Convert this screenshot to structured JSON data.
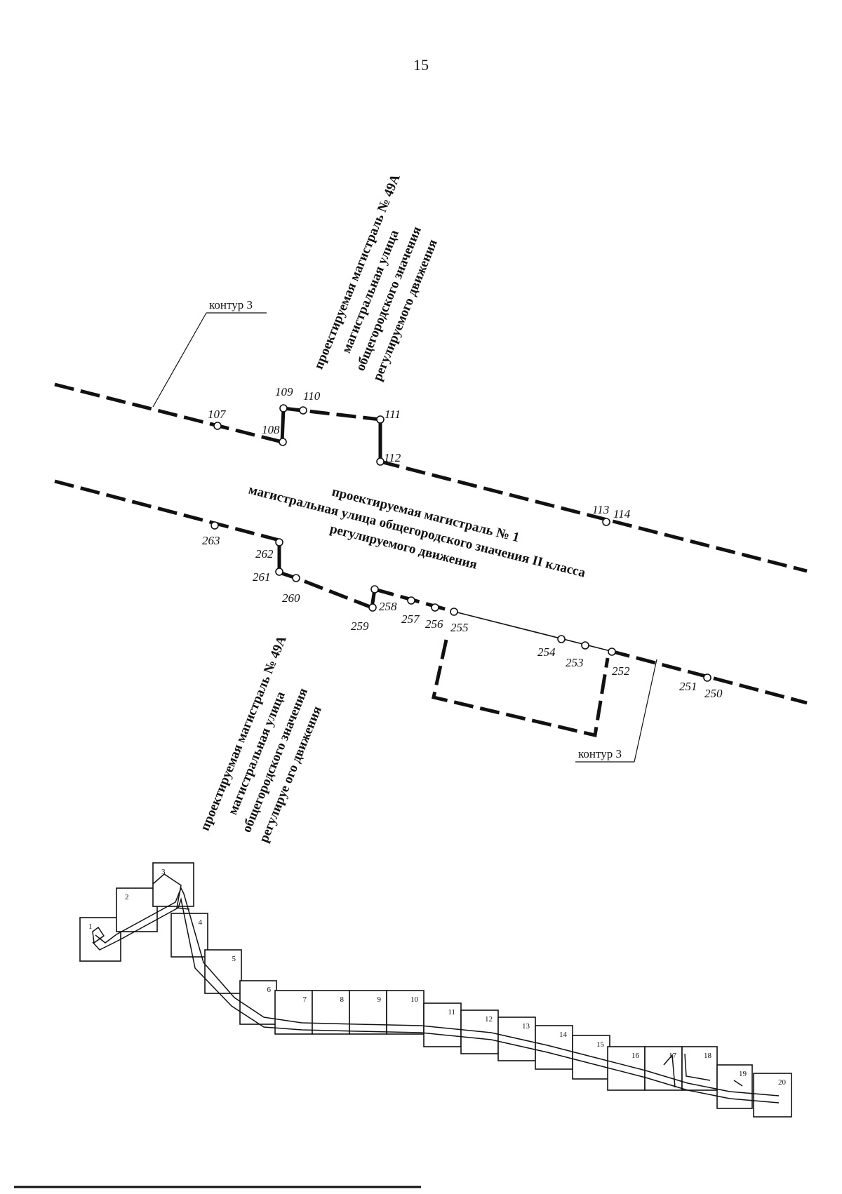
{
  "page_number": "15",
  "contour_labels": [
    "контур 3",
    "контур 3"
  ],
  "road_49a_top": [
    "проектируемая магистраль № 49А",
    "магистральная улица",
    "общегородского значения",
    "регулируемого движения"
  ],
  "road_1": [
    "проектируемая магистраль № 1",
    "магистральная улица общегородского значения II класса",
    "регулируемого движения"
  ],
  "road_49a_bottom": [
    "проектируемая магистраль № 49А",
    "магистральная улица",
    "общегородского значения",
    "регулируе  ого движения"
  ],
  "points_upper": [
    "107",
    "108",
    "109",
    "110",
    "111",
    "112",
    "113",
    "114"
  ],
  "points_lower": [
    "263",
    "262",
    "261",
    "260",
    "259",
    "258",
    "257",
    "256",
    "255",
    "254",
    "253",
    "252",
    "251",
    "250"
  ],
  "sheet_index": [
    "1",
    "2",
    "3",
    "4",
    "5",
    "6",
    "7",
    "8",
    "9",
    "10",
    "11",
    "12",
    "13",
    "14",
    "15",
    "16",
    "17",
    "18",
    "19",
    "20"
  ],
  "highlighted_sheet": "15",
  "colors": {
    "ink": "#111111",
    "paper": "#ffffff"
  }
}
